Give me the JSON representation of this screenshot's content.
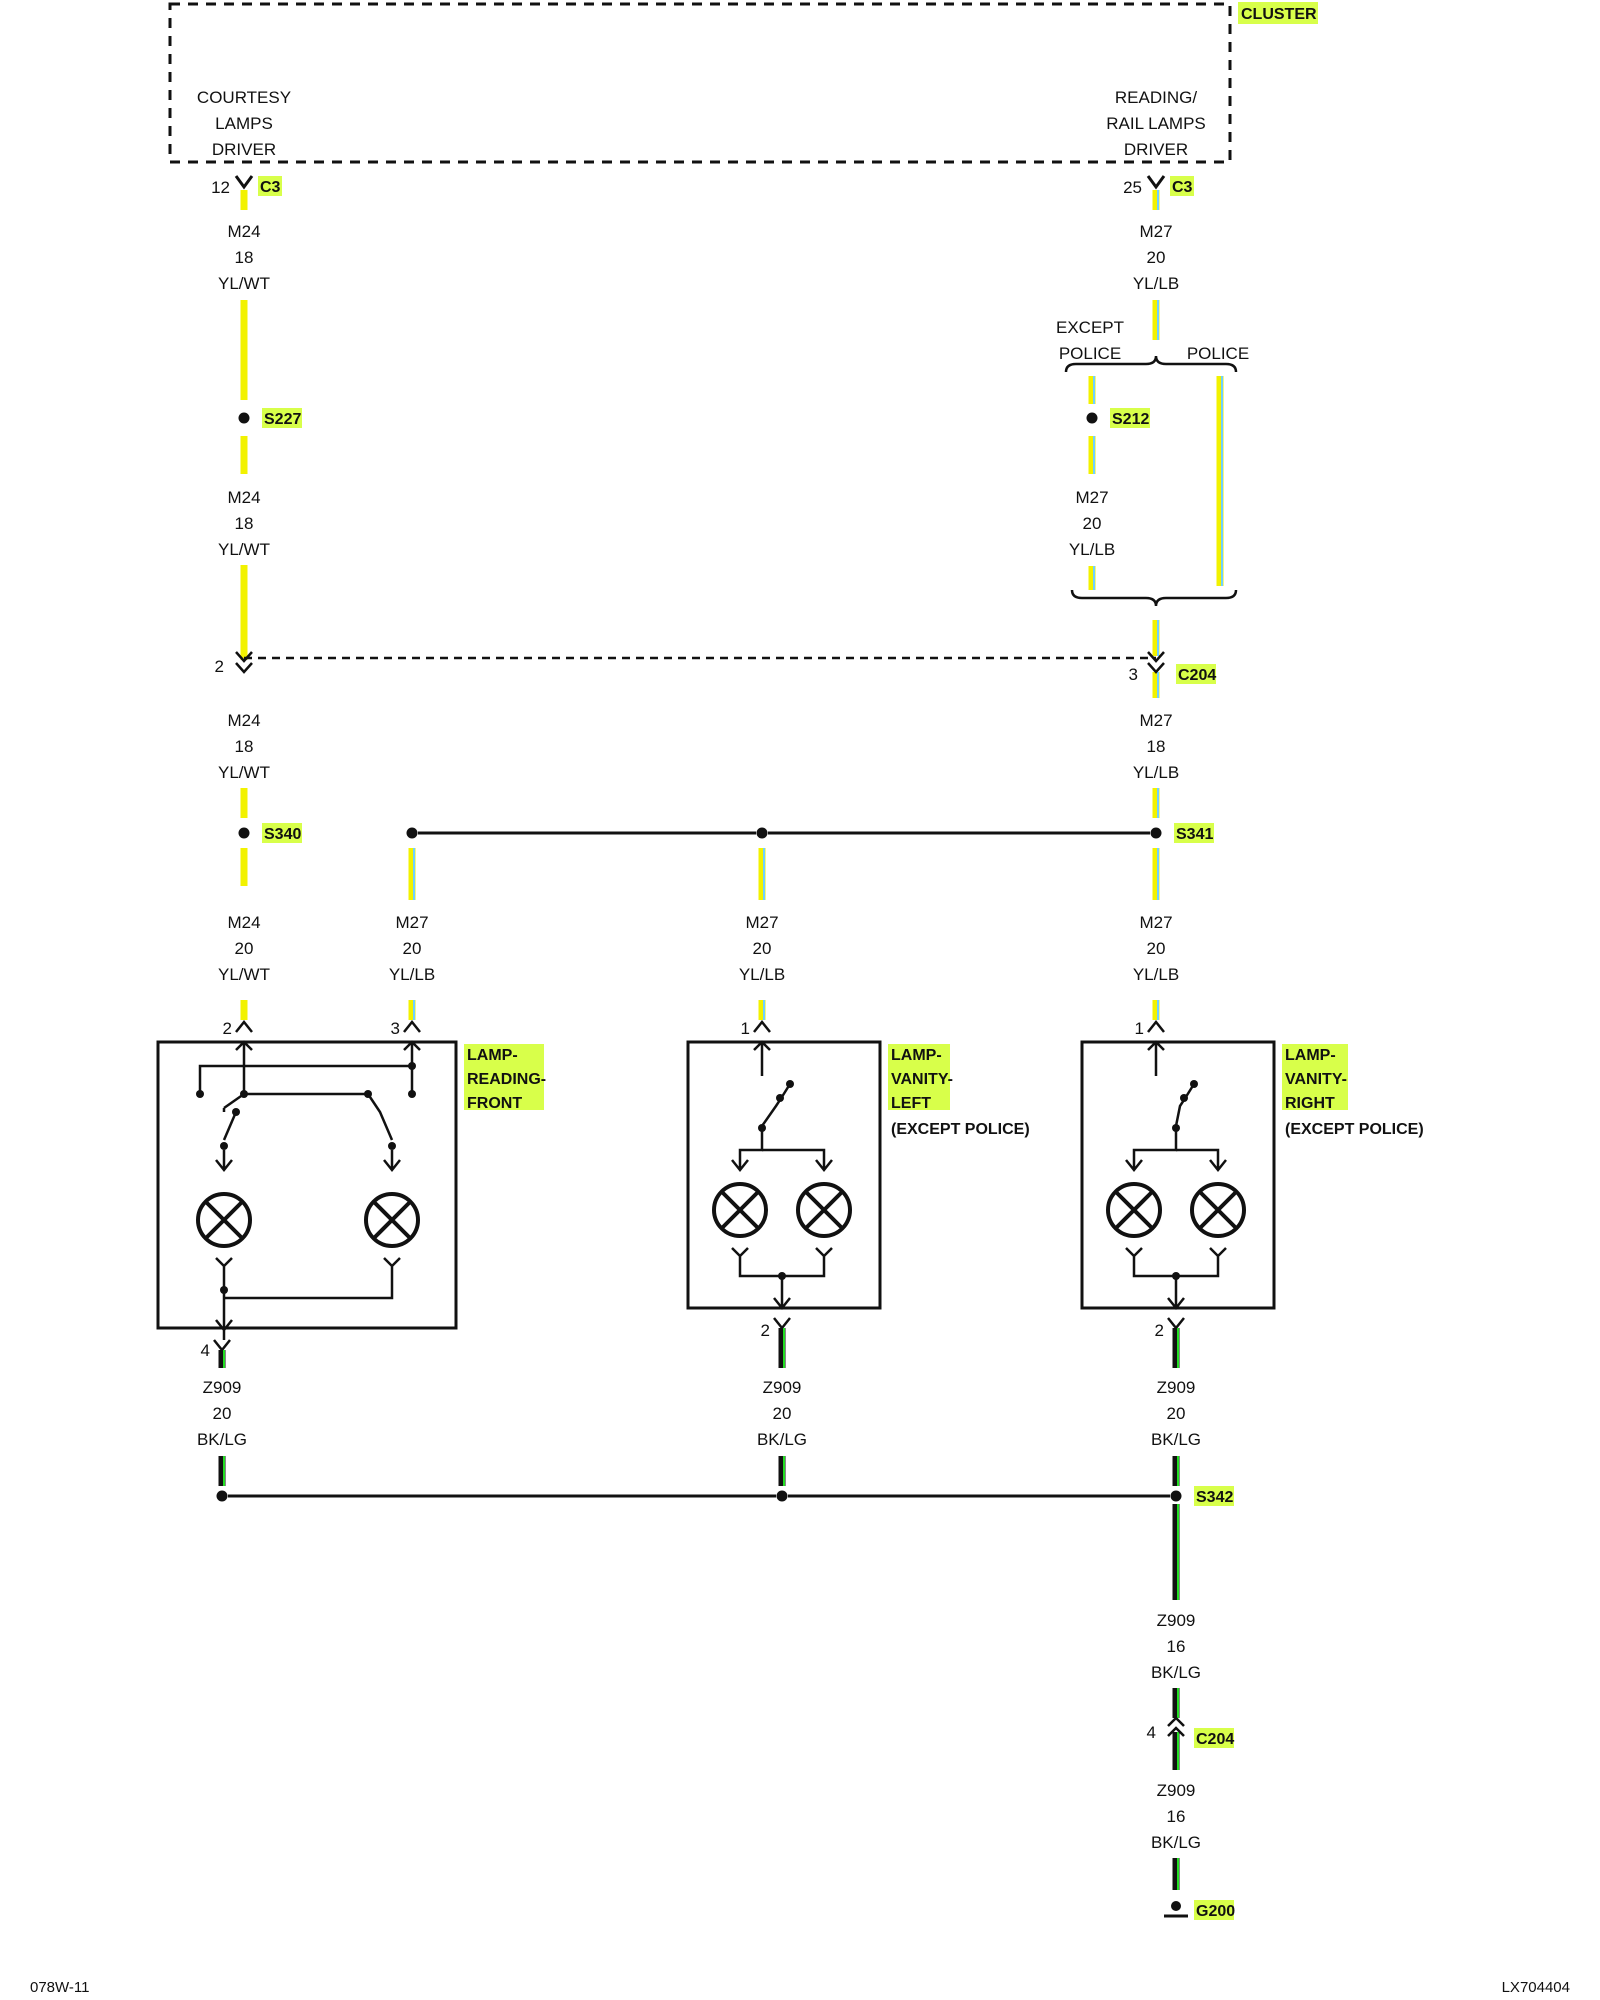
{
  "cluster": {
    "title": "CLUSTER",
    "courtesy": [
      "COURTESY",
      "LAMPS",
      "DRIVER"
    ],
    "reading": [
      "READING/",
      "RAIL LAMPS",
      "DRIVER"
    ]
  },
  "connectors": {
    "c3_left_pin": "12",
    "c3_right_pin": "25",
    "c3": "C3",
    "c204_left_pin": "2",
    "c204_right_pin": "3",
    "c204": "C204",
    "c204_ground_pin": "4",
    "c204_ground": "C204"
  },
  "splices": {
    "s227": "S227",
    "s212": "S212",
    "s340": "S340",
    "s341": "S341",
    "s342": "S342",
    "g200": "G200"
  },
  "variants": {
    "except_police": [
      "EXCEPT",
      "POLICE"
    ],
    "police": "POLICE"
  },
  "wires": {
    "m24_a": [
      "M24",
      "18",
      "YL/WT"
    ],
    "m27_a": [
      "M27",
      "20",
      "YL/LB"
    ],
    "m24_b": [
      "M24",
      "18",
      "YL/WT"
    ],
    "m27_b": [
      "M27",
      "20",
      "YL/LB"
    ],
    "m24_c": [
      "M24",
      "18",
      "YL/WT"
    ],
    "m27_c": [
      "M27",
      "18",
      "YL/LB"
    ],
    "m24_d": [
      "M24",
      "20",
      "YL/WT"
    ],
    "m27_d": [
      "M27",
      "20",
      "YL/LB"
    ],
    "m27_e": [
      "M27",
      "20",
      "YL/LB"
    ],
    "m27_f": [
      "M27",
      "20",
      "YL/LB"
    ],
    "z909_a": [
      "Z909",
      "20",
      "BK/LG"
    ],
    "z909_b": [
      "Z909",
      "20",
      "BK/LG"
    ],
    "z909_c": [
      "Z909",
      "20",
      "BK/LG"
    ],
    "z909_d": [
      "Z909",
      "16",
      "BK/LG"
    ],
    "z909_e": [
      "Z909",
      "16",
      "BK/LG"
    ]
  },
  "components": {
    "reading": {
      "lines": [
        "LAMP-",
        "READING-",
        "FRONT"
      ],
      "pins": [
        "2",
        "3",
        "4"
      ]
    },
    "vanity_left": {
      "lines": [
        "LAMP-",
        "VANITY-",
        "LEFT",
        "(EXCEPT POLICE)"
      ],
      "pins": [
        "1",
        "2"
      ]
    },
    "vanity_right": {
      "lines": [
        "LAMP-",
        "VANITY-",
        "RIGHT",
        "(EXCEPT POLICE)"
      ],
      "pins": [
        "1",
        "2"
      ]
    }
  },
  "footer": {
    "left": "078W-11",
    "right": "LX704404"
  },
  "colors": {
    "yellow": "#f2f200",
    "light_blue": "#6fd0ff",
    "light_green": "#22dd22",
    "black": "#111111",
    "tag_highlight": "#d8ff4a"
  }
}
